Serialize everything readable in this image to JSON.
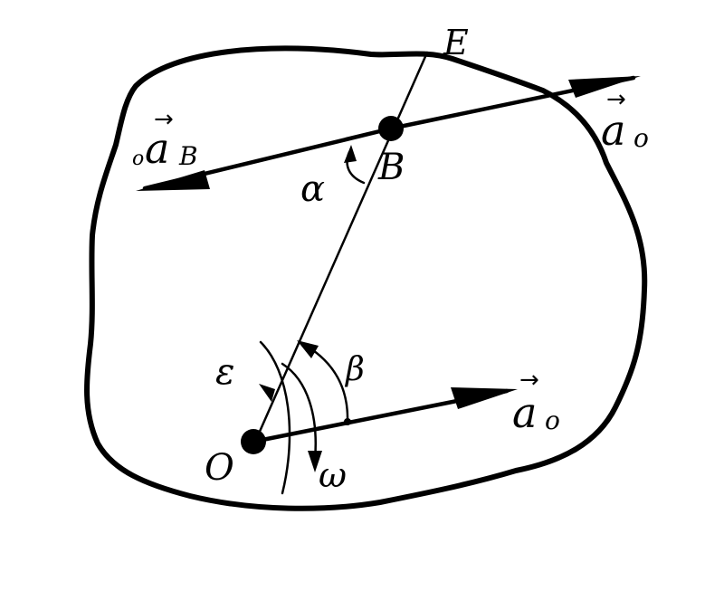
{
  "labels": {
    "E": "E",
    "B": "B",
    "O": "O",
    "alpha": "α",
    "beta": "β",
    "epsilon": "ε",
    "omega": "ω",
    "a_B_main": "a",
    "a_B_prefix": "o",
    "a_B_sub": "B",
    "a_o_top_main": "a",
    "a_o_top_sub": "o",
    "a_o_bottom_main": "a",
    "a_o_bottom_sub": "o",
    "vector_arrow": "→"
  }
}
